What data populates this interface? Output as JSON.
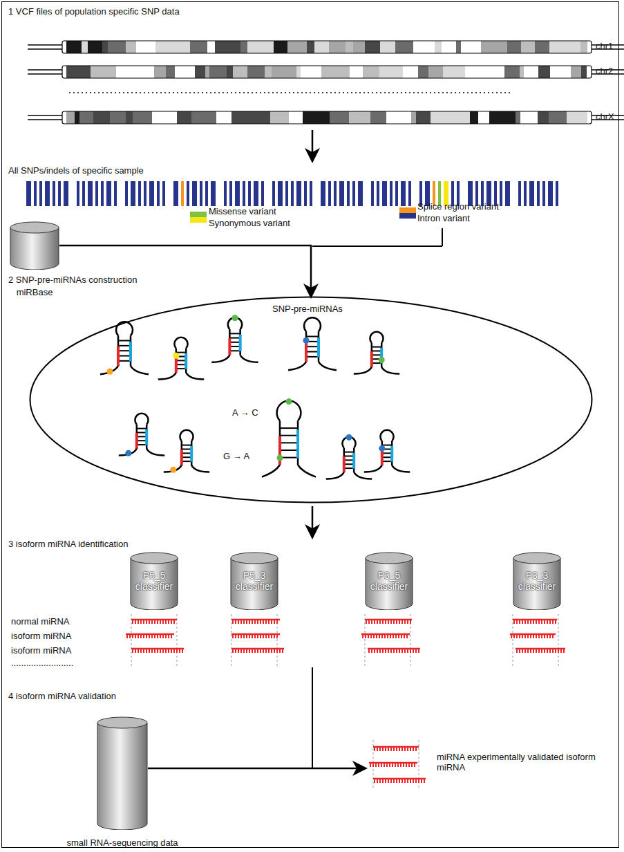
{
  "diagram": {
    "nodes": [
      {
        "text": [
          "miRBase"
        ]
      },
      {
        "text": [
          "SNP-pre-miRNAs"
        ]
      },
      {
        "text": [
          "P5_5 classifier"
        ]
      },
      {
        "text": [
          "P5_3 classifier"
        ]
      },
      {
        "text": [
          "P3_5 classifier"
        ]
      },
      {
        "text": [
          "P3_3 classifier"
        ]
      },
      {
        "text": [
          "small RNA-sequencing data"
        ]
      }
    ],
    "edges": [
      {
        "from": 0,
        "to": 1,
        "arrow": "to"
      }
    ],
    "labels": [
      "1 VCF files of population specific SNP data",
      "chr1",
      "chr2",
      "chrX",
      "All SNPs/indels of specific sample",
      "2 SNP-pre-miRNAs construction",
      "A → C",
      "G → A",
      "3 isoform miRNA identification",
      "normal miRNA",
      "isoform miRNA",
      "isoform miRNA",
      ".........................",
      "4 isoform miRNA validation",
      "miRNA experimentally validated isoform miRNA"
    ],
    "legend": [
      {
        "text": "Missense variant",
        "color": "#7dc242"
      },
      {
        "text": "Synonymous variant",
        "color": "#f5e614"
      },
      {
        "text": "Splice region variant",
        "color": "#f7941d"
      },
      {
        "text": "Intron variant",
        "color": "#27348b"
      }
    ]
  }
}
